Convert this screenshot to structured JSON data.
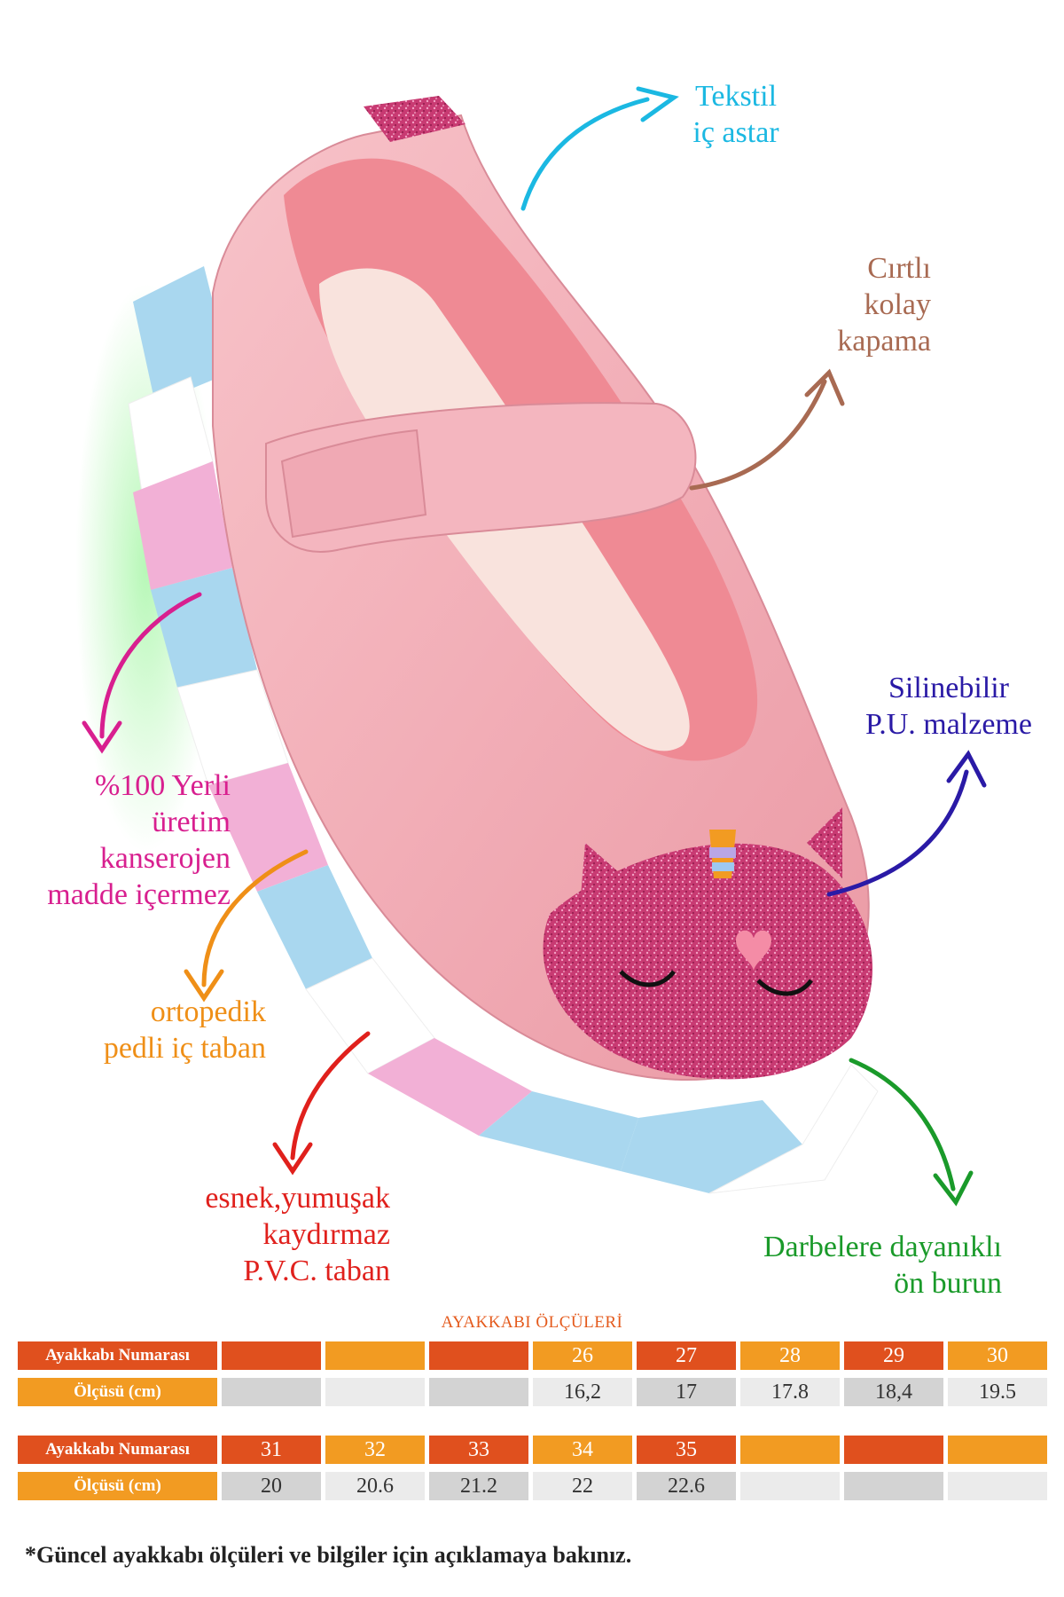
{
  "annotations": {
    "lining": [
      "Tekstil",
      "iç astar"
    ],
    "closure": [
      "Cırtlı",
      "kolay",
      "kapama"
    ],
    "material": [
      "Silinebilir",
      "P.U. malzeme"
    ],
    "origin": [
      "%100 Yerli üretim",
      "kanserojen",
      "madde içermez"
    ],
    "insole": [
      "ortopedik",
      "pedli iç taban"
    ],
    "sole": [
      "esnek,yumuşak",
      "kaydırmaz",
      "P.V.C. taban"
    ],
    "toe": [
      "Darbelere dayanıklı",
      "ön burun"
    ]
  },
  "colors": {
    "lining": "#1bb8e2",
    "closure": "#a86a52",
    "material": "#2a1aa6",
    "origin": "#d81f8f",
    "insole": "#ef8f17",
    "sole": "#e0201c",
    "toe": "#1a9a2a",
    "header_red": "#e0501e",
    "header_orange": "#f29b22"
  },
  "size_table": {
    "title": "AYAKKABI ÖLÇÜLERİ",
    "number_label": "Ayakkabı Numarası",
    "size_label": "Ölçüsü (cm)",
    "block1": {
      "numbers": [
        "",
        "",
        "",
        "26",
        "27",
        "28",
        "29",
        "30"
      ],
      "sizes": [
        "",
        "",
        "",
        "16,2",
        "17",
        "17.8",
        "18,4",
        "19.5"
      ]
    },
    "block2": {
      "numbers": [
        "31",
        "32",
        "33",
        "34",
        "35",
        "",
        "",
        ""
      ],
      "sizes": [
        "20",
        "20.6",
        "21.2",
        "22",
        "22.6",
        "",
        "",
        ""
      ]
    }
  },
  "footnote": "*Güncel ayakkabı ölçüleri ve bilgiler için açıklamaya bakınız."
}
